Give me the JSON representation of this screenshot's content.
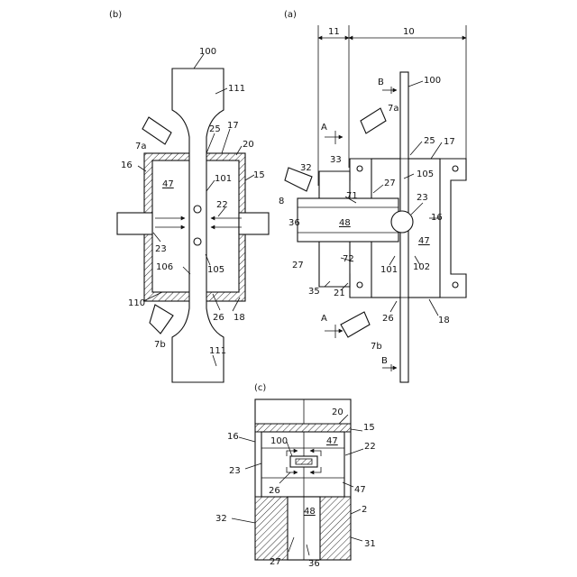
{
  "panels": {
    "a": "(a)",
    "b": "(b)",
    "c": "(c)"
  },
  "labels_b": {
    "n100": "100",
    "n111_top": "111",
    "n7a": "7a",
    "n25": "25",
    "n17": "17",
    "n20": "20",
    "n16": "16",
    "n15": "15",
    "n47": "47",
    "n101": "101",
    "n22": "22",
    "n23": "23",
    "n105": "105",
    "n106": "106",
    "n110": "110",
    "n26": "26",
    "n18": "18",
    "n7b": "7b",
    "n111_bot": "111"
  },
  "labels_a": {
    "n11": "11",
    "n10": "10",
    "n100": "100",
    "B_top": "B",
    "n7a": "7a",
    "A_top": "A",
    "n25": "25",
    "n17": "17",
    "n32": "32",
    "n33": "33",
    "n105": "105",
    "n8": "8",
    "n27_top": "27",
    "n71": "71",
    "n23": "23",
    "n16": "16",
    "n36": "36",
    "n48": "48",
    "n47": "47",
    "n27_bot": "27",
    "n72": "72",
    "n101": "101",
    "n102": "102",
    "n35": "35",
    "n21": "21",
    "A_bot": "A",
    "n26": "26",
    "n18": "18",
    "n7b": "7b",
    "B_bot": "B"
  },
  "labels_c": {
    "n20": "20",
    "n15": "15",
    "n16": "16",
    "n100": "100",
    "n47_top": "47",
    "n22": "22",
    "n23": "23",
    "n26": "26",
    "n47_right": "47",
    "n32": "32",
    "n48": "48",
    "n2": "2",
    "n31": "31",
    "n27": "27",
    "n36": "36"
  }
}
